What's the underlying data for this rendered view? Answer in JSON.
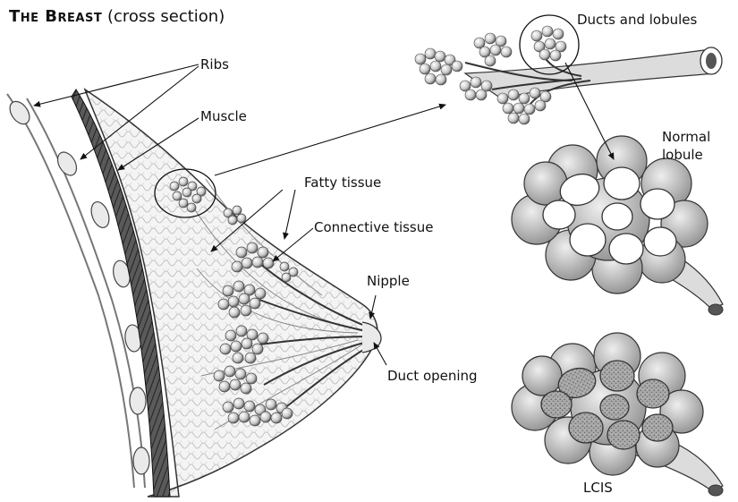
{
  "title": {
    "main": "The Breast",
    "sub": "(cross section)"
  },
  "labels": {
    "ribs": "Ribs",
    "muscle": "Muscle",
    "fatty_tissue": "Fatty tissue",
    "connective_tissue": "Connective tissue",
    "nipple": "Nipple",
    "duct_opening": "Duct opening",
    "ducts_and_lobules": "Ducts and lobules",
    "normal_lobule_line1": "Normal",
    "normal_lobule_line2": "lobule",
    "lcis": "LCIS"
  }
}
